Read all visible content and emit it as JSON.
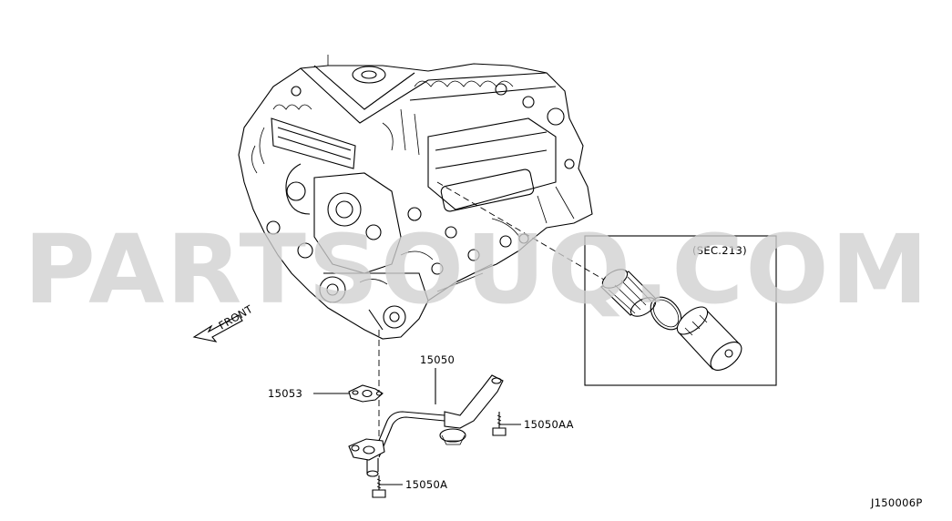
{
  "diagram_code": "J150006P",
  "watermark": "PARTSOUQ.COM",
  "direction_label": "FRONT",
  "inset": {
    "label": "(SEC.213)"
  },
  "parts": [
    {
      "number": "15050"
    },
    {
      "number": "15053"
    },
    {
      "number": "15050AA"
    },
    {
      "number": "15050A"
    }
  ]
}
